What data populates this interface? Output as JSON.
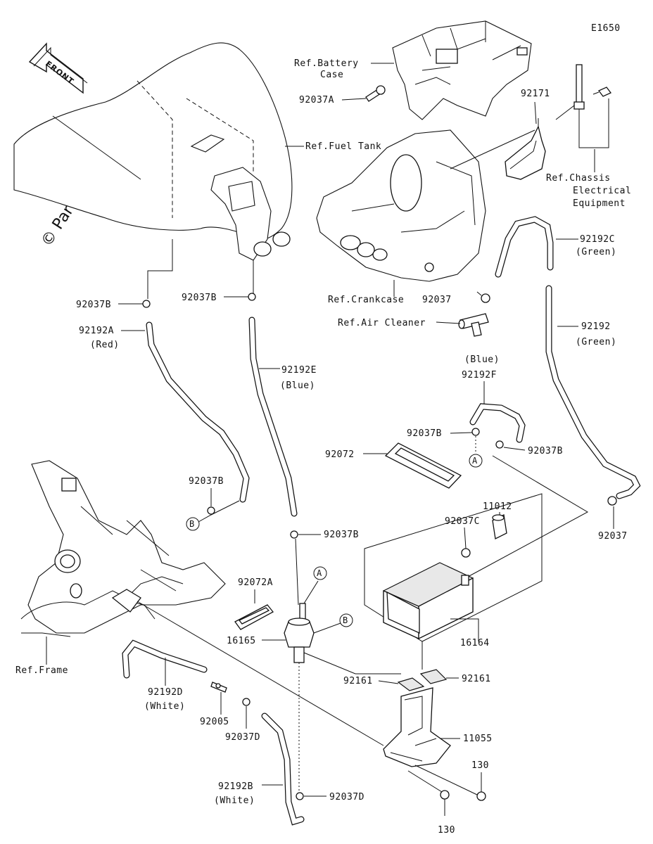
{
  "diagram_code": "E1650",
  "front_label": "FRONT",
  "watermark": "© Partzilla.com",
  "refs": {
    "battery_case_1": "Ref.Battery",
    "battery_case_2": "Case",
    "fuel_tank": "Ref.Fuel Tank",
    "chassis_1": "Ref.Chassis",
    "chassis_2": "Electrical",
    "chassis_3": "Equipment",
    "crankcase": "Ref.Crankcase",
    "air_cleaner": "Ref.Air Cleaner",
    "frame": "Ref.Frame"
  },
  "parts": {
    "p92037A": "92037A",
    "p92171": "92171",
    "p92192C": "92192C",
    "p92192C_color": "(Green)",
    "p92037_top": "92037",
    "p92192": "92192",
    "p92192_color": "(Green)",
    "p92037B_1": "92037B",
    "p92037B_2": "92037B",
    "p92192A": "92192A",
    "p92192A_color": "(Red)",
    "p92192E": "92192E",
    "p92192E_color": "(Blue)",
    "p92192F_color": "(Blue)",
    "p92192F": "92192F",
    "p92037B_3": "92037B",
    "p92072": "92072",
    "p92037B_4": "92037B",
    "p92037B_5": "92037B",
    "p92037B_6": "92037B",
    "p11012": "11012",
    "p92037C": "92037C",
    "p92037_right": "92037",
    "p92072A": "92072A",
    "p16165": "16165",
    "p16164": "16164",
    "p92161_l": "92161",
    "p92161_r": "92161",
    "p92192D": "92192D",
    "p92192D_color": "(White)",
    "p92005": "92005",
    "p92037D_1": "92037D",
    "p11055": "11055",
    "p130_top": "130",
    "p130_bot": "130",
    "p92192B": "92192B",
    "p92192B_color": "(White)",
    "p92037D_2": "92037D"
  },
  "callouts": {
    "A": "A",
    "B": "B"
  }
}
